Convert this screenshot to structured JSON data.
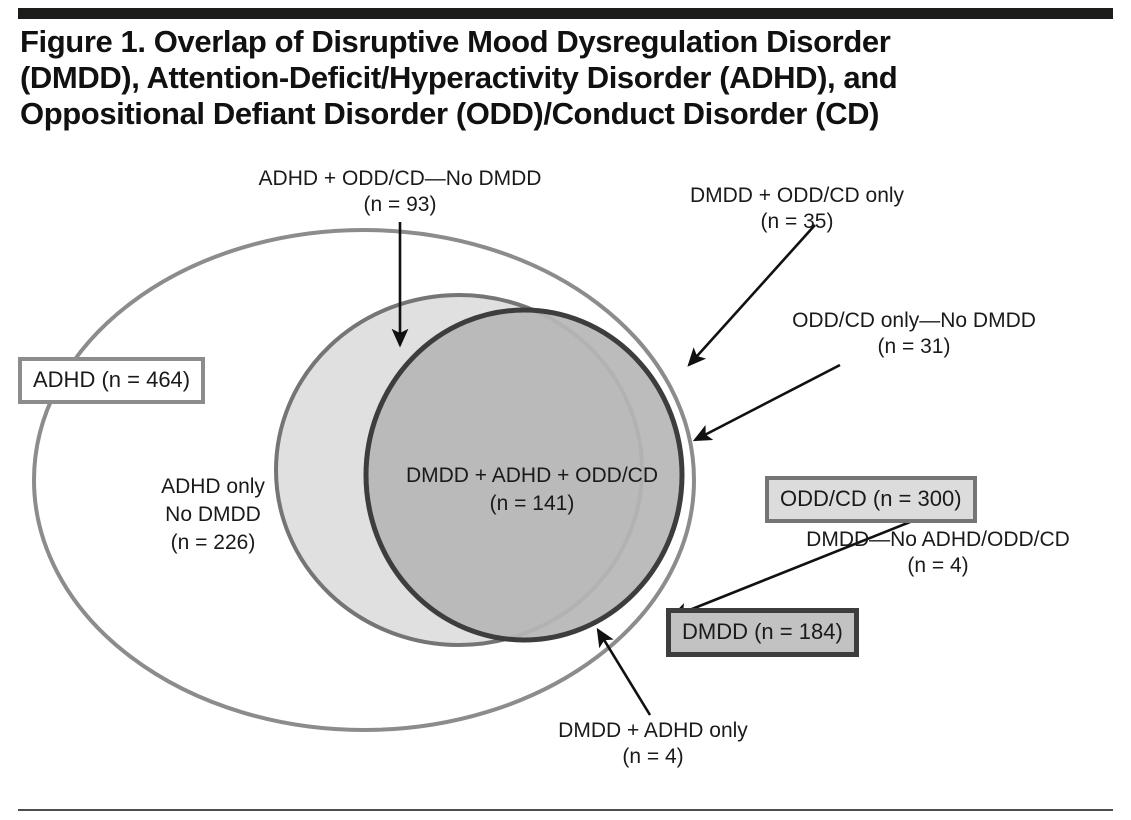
{
  "figure": {
    "title_lines": [
      "Figure 1. Overlap of Disruptive Mood Dysregulation Disorder",
      "(DMDD), Attention-Deficit/Hyperactivity Disorder (ADHD), and",
      "Oppositional Defiant Disorder (ODD)/Conduct Disorder (CD)"
    ]
  },
  "legend": {
    "adhd": "ADHD (n = 464)",
    "oddcd": "ODD/CD (n = 300)",
    "dmdd": "DMDD (n = 184)"
  },
  "regions": {
    "adhd_only": {
      "line1": "ADHD only",
      "line2": "No DMDD",
      "line3": "(n = 226)"
    },
    "triple_overlap": {
      "line1": "DMDD + ADHD + ODD/CD",
      "line2": "(n = 141)"
    }
  },
  "callouts": {
    "adhd_oddcd_no_dmdd": {
      "line1": "ADHD + ODD/CD—No DMDD",
      "line2": "(n = 93)"
    },
    "dmdd_oddcd_only": {
      "line1": "DMDD + ODD/CD only",
      "line2": "(n = 35)"
    },
    "oddcd_only_no_dmdd": {
      "line1": "ODD/CD only—No DMDD",
      "line2": "(n = 31)"
    },
    "dmdd_no_adhd_oddcd": {
      "line1": "DMDD—No ADHD/ODD/CD",
      "line2": "(n = 4)"
    },
    "dmdd_adhd_only": {
      "line1": "DMDD + ADHD only",
      "line2": "(n = 4)"
    }
  },
  "chart_data": {
    "type": "venn",
    "title": "Figure 1. Overlap of Disruptive Mood Dysregulation Disorder (DMDD), Attention-Deficit/Hyperactivity Disorder (ADHD), and Oppositional Defiant Disorder (ODD)/Conduct Disorder (CD)",
    "sets": [
      {
        "name": "ADHD",
        "total": 464,
        "style": "outline",
        "stroke": "#8c8c8c",
        "fill": "none"
      },
      {
        "name": "ODD/CD",
        "total": 300,
        "style": "filled",
        "stroke": "#757575",
        "fill": "#e0e0e0"
      },
      {
        "name": "DMDD",
        "total": 184,
        "style": "filled",
        "stroke": "#3d3d3d",
        "fill": "#b7b7b7"
      }
    ],
    "regions": [
      {
        "label": "ADHD only—No DMDD",
        "sets": [
          "ADHD"
        ],
        "n": 226
      },
      {
        "label": "ADHD + ODD/CD—No DMDD",
        "sets": [
          "ADHD",
          "ODD/CD"
        ],
        "n": 93
      },
      {
        "label": "ODD/CD only—No DMDD",
        "sets": [
          "ODD/CD"
        ],
        "n": 31
      },
      {
        "label": "DMDD + ODD/CD only",
        "sets": [
          "DMDD",
          "ODD/CD"
        ],
        "n": 35
      },
      {
        "label": "DMDD + ADHD + ODD/CD",
        "sets": [
          "DMDD",
          "ADHD",
          "ODD/CD"
        ],
        "n": 141
      },
      {
        "label": "DMDD + ADHD only",
        "sets": [
          "DMDD",
          "ADHD"
        ],
        "n": 4
      },
      {
        "label": "DMDD—No ADHD/ODD/CD",
        "sets": [
          "DMDD"
        ],
        "n": 4
      }
    ],
    "colors": {
      "light_gray_fill": "#e0e0e0",
      "mid_gray_fill": "#b7b7b7",
      "dark_stroke": "#3d3d3d",
      "mid_stroke": "#757575",
      "light_stroke": "#8c8c8c",
      "rule_black": "#1d1d1b"
    }
  }
}
